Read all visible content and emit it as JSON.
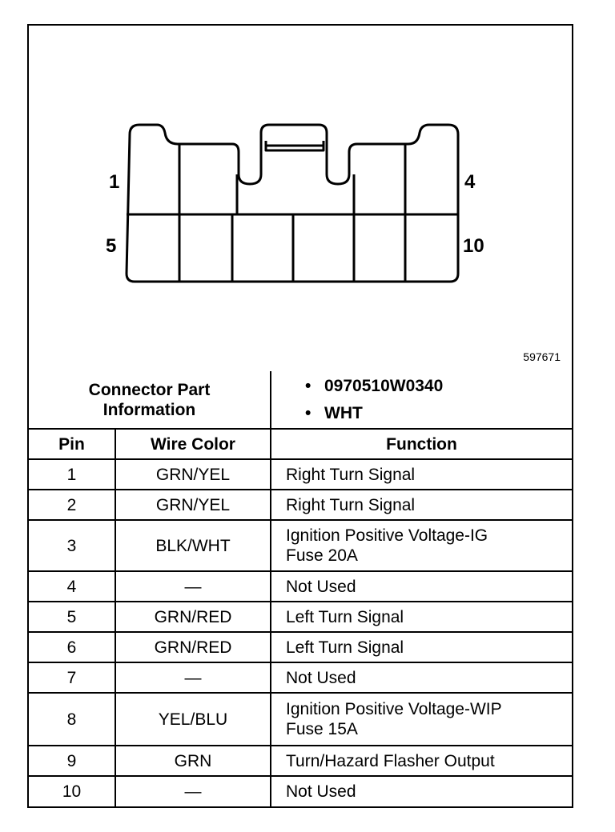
{
  "figure_number": "597671",
  "connector": {
    "labels": {
      "top_left": "1",
      "top_right": "4",
      "bottom_left": "5",
      "bottom_right": "10"
    }
  },
  "part_info": {
    "label_line1": "Connector Part",
    "label_line2": "Information",
    "values": [
      "0970510W0340",
      "WHT"
    ]
  },
  "table": {
    "headers": {
      "pin": "Pin",
      "wire_color": "Wire Color",
      "function": "Function"
    },
    "rows": [
      {
        "pin": "1",
        "wire_color": "GRN/YEL",
        "function": "Right Turn Signal"
      },
      {
        "pin": "2",
        "wire_color": "GRN/YEL",
        "function": "Right Turn Signal"
      },
      {
        "pin": "3",
        "wire_color": "BLK/WHT",
        "function": "Ignition Positive Voltage-IG\nFuse 20A"
      },
      {
        "pin": "4",
        "wire_color": "—",
        "function": "Not Used"
      },
      {
        "pin": "5",
        "wire_color": "GRN/RED",
        "function": "Left Turn Signal"
      },
      {
        "pin": "6",
        "wire_color": "GRN/RED",
        "function": "Left Turn Signal"
      },
      {
        "pin": "7",
        "wire_color": "—",
        "function": "Not Used"
      },
      {
        "pin": "8",
        "wire_color": "YEL/BLU",
        "function": "Ignition Positive Voltage-WIP\nFuse 15A"
      },
      {
        "pin": "9",
        "wire_color": "GRN",
        "function": "Turn/Hazard Flasher Output"
      },
      {
        "pin": "10",
        "wire_color": "—",
        "function": "Not Used"
      }
    ]
  }
}
